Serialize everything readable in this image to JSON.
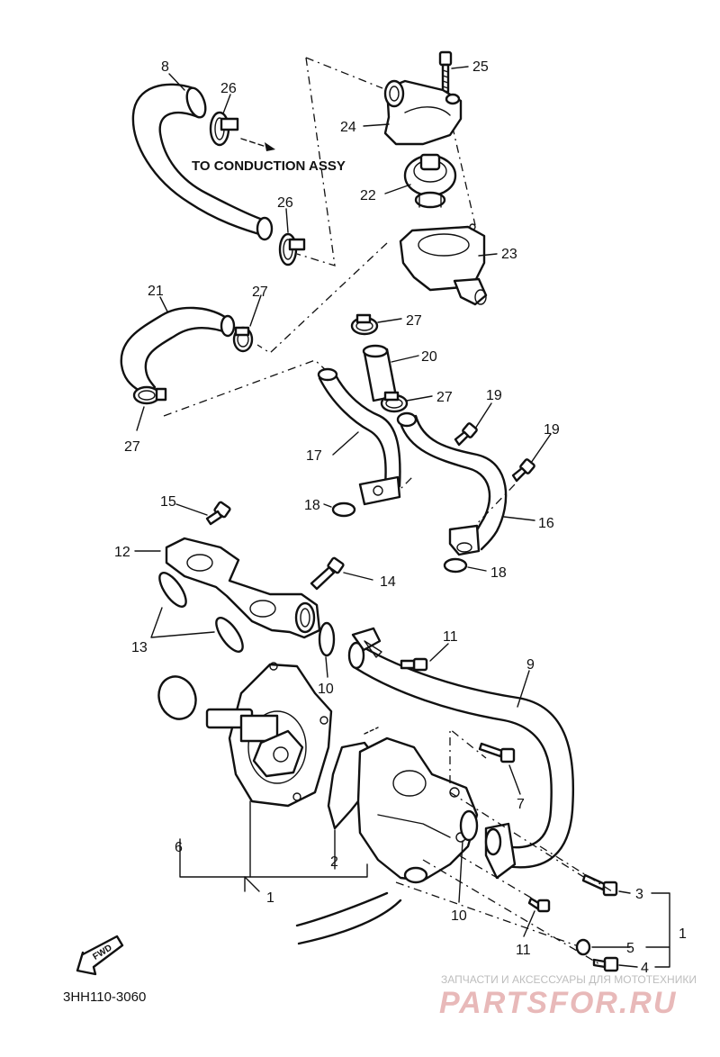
{
  "caption": "TO CONDUCTION ASSY",
  "diagram_code": "3HH110-3060",
  "fwd_label": "FWD",
  "watermark": {
    "subtitle": "ЗАПЧАСТИ И АКСЕССУАРЫ ДЛЯ МОТОТЕХНИКИ",
    "logo": "PARTSFOR.RU"
  },
  "callouts": {
    "p1": "1",
    "p1b": "1",
    "p2": "2",
    "p3": "3",
    "p4": "4",
    "p5": "5",
    "p6": "6",
    "p7": "7",
    "p8": "8",
    "p9": "9",
    "p10a": "10",
    "p10b": "10",
    "p11a": "11",
    "p11b": "11",
    "p12": "12",
    "p13": "13",
    "p14": "14",
    "p15": "15",
    "p16": "16",
    "p17": "17",
    "p18a": "18",
    "p18b": "18",
    "p19a": "19",
    "p19b": "19",
    "p20": "20",
    "p21": "21",
    "p22": "22",
    "p23": "23",
    "p24": "24",
    "p25": "25",
    "p26a": "26",
    "p26b": "26",
    "p27a": "27",
    "p27b": "27",
    "p27c": "27",
    "p27d": "27"
  },
  "colors": {
    "ink": "#111111",
    "watermark": "#e8b9b9"
  }
}
